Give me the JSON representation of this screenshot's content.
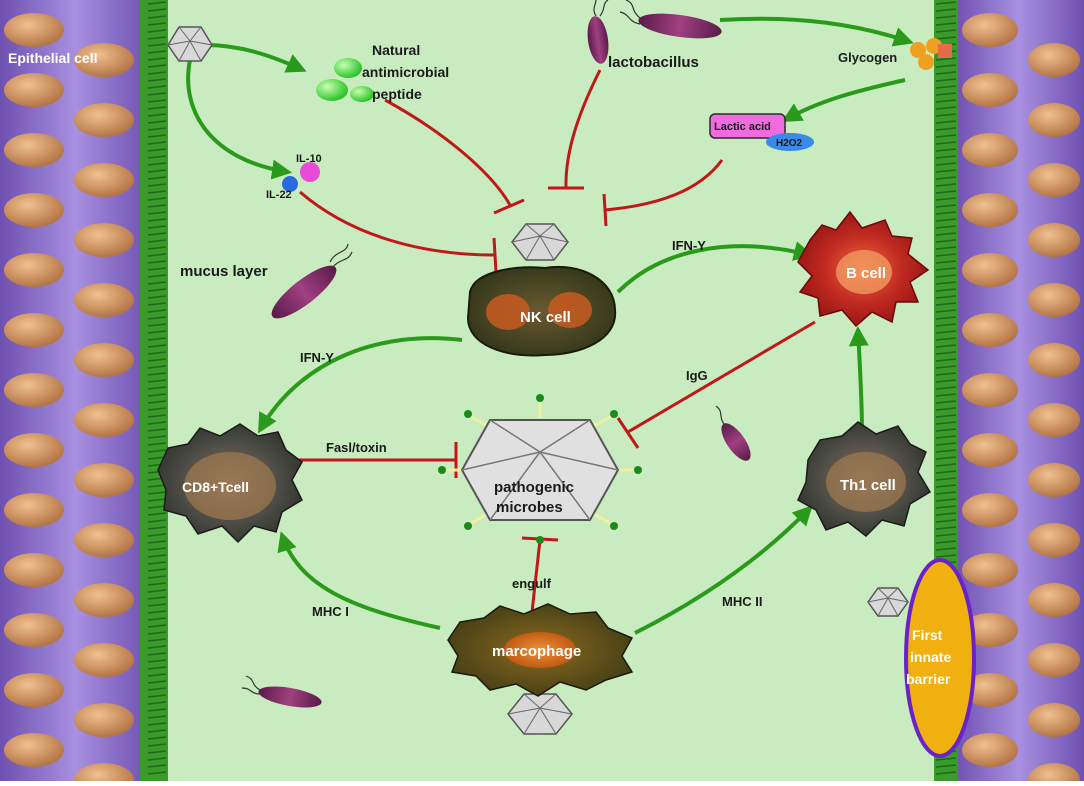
{
  "labels": {
    "epithelial_cell": "Epithelial cell",
    "natural_antimicrobial_peptide": [
      "Natural",
      "antimicrobial",
      "peptide"
    ],
    "lactobacillus": "lactobacillus",
    "glycogen": "Glycogen",
    "lactic_acid": "Lactic acid",
    "h2o2": "H2O2",
    "il10": "IL-10",
    "il22": "IL-22",
    "mucus_layer": "mucus layer",
    "nk_cell": "NK cell",
    "b_cell": "B cell",
    "cd8_tcell": "CD8+Tcell",
    "th1_cell": "Th1 cell",
    "macrophage": "marcophage",
    "pathogenic_microbes": [
      "pathogenic",
      "microbes"
    ],
    "first_innate_barrier": [
      "First",
      "innate",
      "barrier"
    ]
  },
  "edges": {
    "ifn_nk_to_b": "IFN-Y",
    "ifn_nk_to_cd8": "IFN-Y",
    "igg": "IgG",
    "fasl_toxin": "Fasl/toxin",
    "engulf": "engulf",
    "mhc_i": "MHC I",
    "mhc_ii": "MHC II"
  },
  "colors": {
    "background": "#c8ecc0",
    "activate": "#2a9a1a",
    "inhibit": "#c01818",
    "epithelium": "#8c6cc8",
    "nucleus": "#c88a5a",
    "barrier_fill": "#f0b010",
    "barrier_stroke": "#6a22c8"
  }
}
